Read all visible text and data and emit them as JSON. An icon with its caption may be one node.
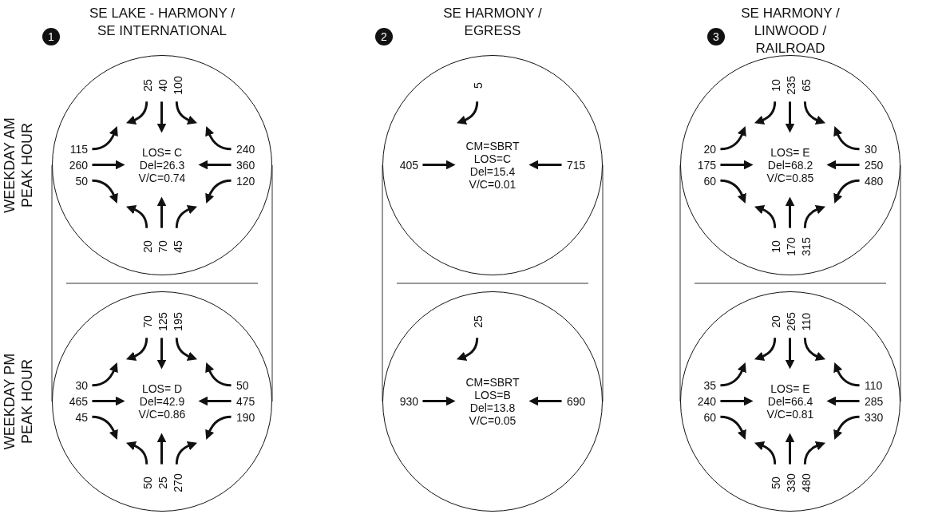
{
  "diagram": {
    "nodes": [
      {
        "text": [
          "1"
        ]
      },
      {
        "text": [
          "2"
        ]
      },
      {
        "text": [
          "3"
        ]
      },
      {
        "text": [
          "LOS= C",
          "Del=26.3",
          "V/C=0.74"
        ]
      },
      {
        "text": [
          "CM=SBRT",
          "LOS=C",
          "Del=15.4",
          "V/C=0.01"
        ]
      },
      {
        "text": [
          "LOS= E",
          "Del=68.2",
          "V/C=0.85"
        ]
      },
      {
        "text": [
          "LOS= D",
          "Del=42.9",
          "V/C=0.86"
        ]
      },
      {
        "text": [
          "CM=SBRT",
          "LOS=B",
          "Del=13.8",
          "V/C=0.05"
        ]
      },
      {
        "text": [
          "LOS= E",
          "Del=66.4",
          "V/C=0.81"
        ]
      }
    ],
    "edges": [],
    "labels": [
      "SE LAKE - HARMONY / SE INTERNATIONAL",
      "SE HARMONY / EGRESS",
      "SE HARMONY / LINWOOD / RAILROAD",
      "WEEKDAY AM PEAK HOUR",
      "25",
      "40",
      "100",
      "115",
      "240",
      "260",
      "360",
      "50",
      "120",
      "20",
      "70",
      "45",
      "5",
      "405",
      "715",
      "10",
      "235",
      "65",
      "20",
      "30",
      "175",
      "250",
      "60",
      "480",
      "10",
      "170",
      "315",
      "WEEKDAY PM PEAK HOUR",
      "70",
      "125",
      "195",
      "30",
      "50",
      "465",
      "475",
      "45",
      "190",
      "50",
      "25",
      "270",
      "25",
      "930",
      "690",
      "20",
      "265",
      "110",
      "35",
      "110",
      "240",
      "285",
      "60",
      "330",
      "50",
      "330",
      "480"
    ]
  }
}
